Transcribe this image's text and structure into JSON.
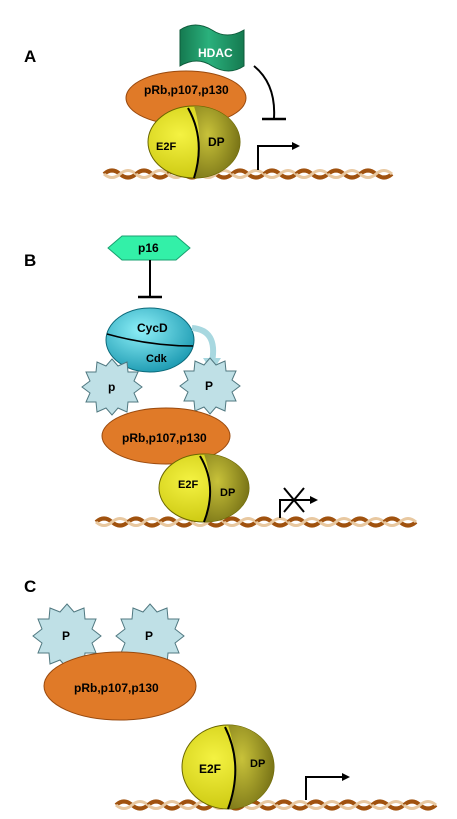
{
  "panels": [
    {
      "label": "A",
      "complex_label": "pRb,p107,p130",
      "hdac_label": "HDAC",
      "e2f_label": "E2F",
      "dp_label": "DP"
    },
    {
      "label": "B",
      "p16_label": "p16",
      "cycd_label": "CycD",
      "cdk_label": "Cdk",
      "phospho_labels": [
        "p",
        "P"
      ],
      "complex_label": "pRb,p107,p130",
      "e2f_label": "E2F",
      "dp_label": "DP"
    },
    {
      "label": "C",
      "phospho_labels": [
        "P",
        "P"
      ],
      "complex_label": "pRb,p107,p130",
      "e2f_label": "E2F",
      "dp_label": "DP"
    }
  ],
  "colors": {
    "prb_orange": "#e07a28",
    "e2f_yellow": "#e8e61a",
    "dp_olive": "#a8a02a",
    "hdac_green": "#1f9a6a",
    "p16_green": "#33f0a8",
    "cyc_blue": "#3fc8d8",
    "phospho_grey": "#bfe0e6",
    "dna_brown": "#a0520f"
  },
  "icons": [
    "dna-strand",
    "transcription-arrow-icon",
    "inhibition-bar-icon",
    "phosphate-starburst-icon",
    "blocked-transcription-icon"
  ]
}
